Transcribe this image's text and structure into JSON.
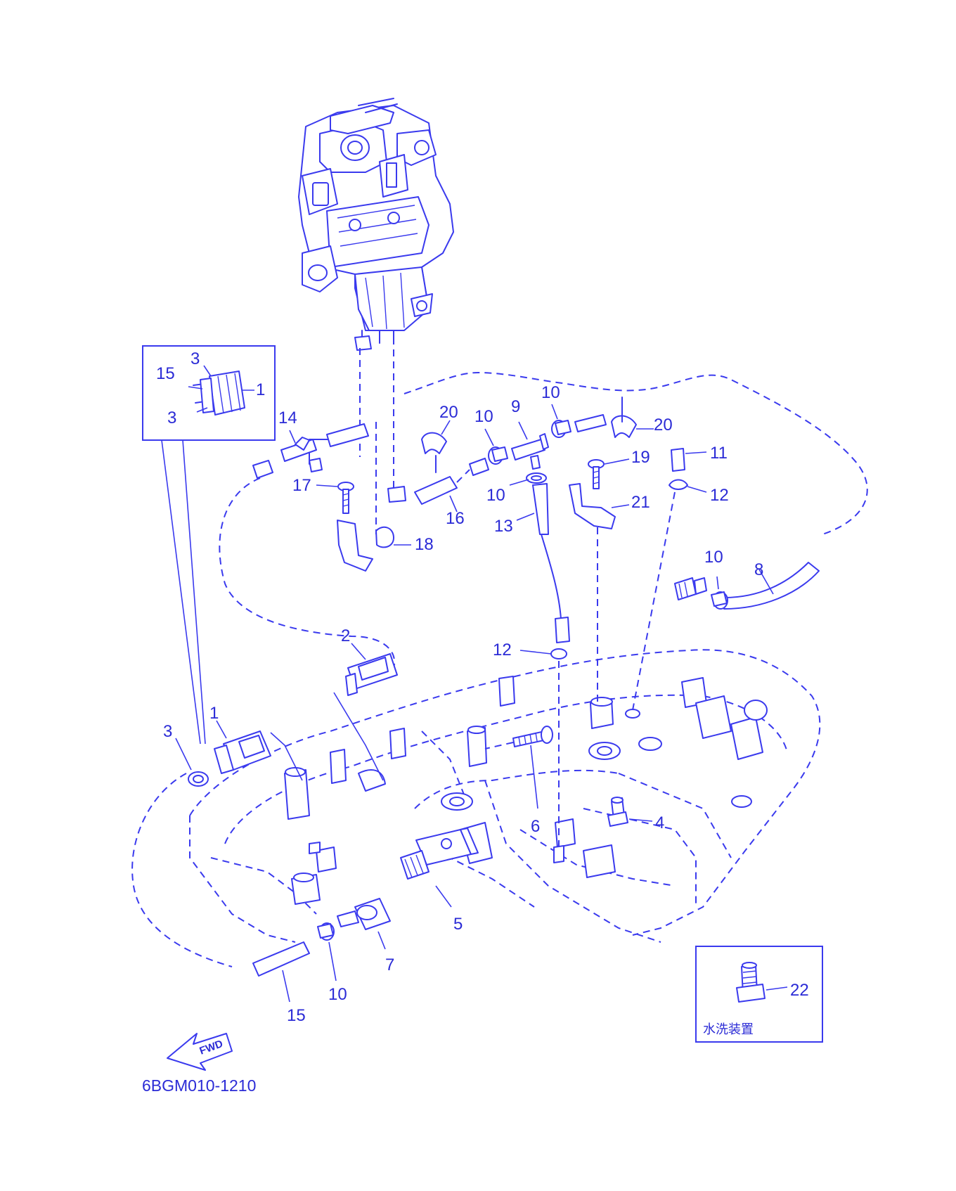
{
  "diagram": {
    "code": "6BGM010-1210",
    "inset_label": "水洗装置",
    "fwd_label": "FWD",
    "callouts": [
      {
        "id": "c1a",
        "text": "1"
      },
      {
        "id": "c1b",
        "text": "1"
      },
      {
        "id": "c2",
        "text": "2"
      },
      {
        "id": "c3a",
        "text": "3"
      },
      {
        "id": "c3b",
        "text": "3"
      },
      {
        "id": "c3c",
        "text": "3"
      },
      {
        "id": "c4",
        "text": "4"
      },
      {
        "id": "c5",
        "text": "5"
      },
      {
        "id": "c6",
        "text": "6"
      },
      {
        "id": "c7",
        "text": "7"
      },
      {
        "id": "c8",
        "text": "8"
      },
      {
        "id": "c9",
        "text": "9"
      },
      {
        "id": "c10a",
        "text": "10"
      },
      {
        "id": "c10b",
        "text": "10"
      },
      {
        "id": "c10c",
        "text": "10"
      },
      {
        "id": "c10d",
        "text": "10"
      },
      {
        "id": "c10e",
        "text": "10"
      },
      {
        "id": "c11",
        "text": "11"
      },
      {
        "id": "c12a",
        "text": "12"
      },
      {
        "id": "c12b",
        "text": "12"
      },
      {
        "id": "c13",
        "text": "13"
      },
      {
        "id": "c14",
        "text": "14"
      },
      {
        "id": "c15a",
        "text": "15"
      },
      {
        "id": "c15b",
        "text": "15"
      },
      {
        "id": "c16",
        "text": "16"
      },
      {
        "id": "c17",
        "text": "17"
      },
      {
        "id": "c18",
        "text": "18"
      },
      {
        "id": "c19",
        "text": "19"
      },
      {
        "id": "c20a",
        "text": "20"
      },
      {
        "id": "c20b",
        "text": "20"
      },
      {
        "id": "c21",
        "text": "21"
      },
      {
        "id": "c22",
        "text": "22"
      }
    ],
    "colors": {
      "line": "#3a3aee",
      "text": "#2b2bd6",
      "background": "#ffffff"
    }
  }
}
